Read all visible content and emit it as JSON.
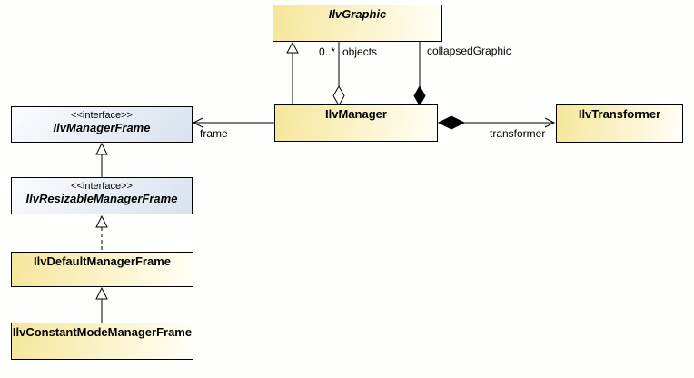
{
  "classes": {
    "ilvGraphic": {
      "name": "IlvGraphic"
    },
    "ilvManager": {
      "name": "IlvManager"
    },
    "ilvTransformer": {
      "name": "IlvTransformer"
    },
    "ilvManagerFrame": {
      "stereotype": "<<interface>>",
      "name": "IlvManagerFrame"
    },
    "ilvResizableManagerFrame": {
      "stereotype": "<<interface>>",
      "name": "IlvResizableManagerFrame"
    },
    "ilvDefaultManagerFrame": {
      "name": "IlvDefaultManagerFrame"
    },
    "ilvConstantModeManagerFrame": {
      "name": "IlvConstantModeManagerFrame"
    }
  },
  "relationships": {
    "objects_multiplicity": "0..*",
    "objects_role": "objects",
    "collapsed_graphic_role": "collapsedGraphic",
    "frame_role": "frame",
    "transformer_role": "transformer"
  },
  "colors": {
    "class_fill_left": "#f6e69a",
    "class_fill_right": "#fffef4",
    "interface_fill_start": "#fbfcfe",
    "interface_fill_end": "#d8e2ee",
    "line": "#000000",
    "background": "#fdfffd"
  }
}
